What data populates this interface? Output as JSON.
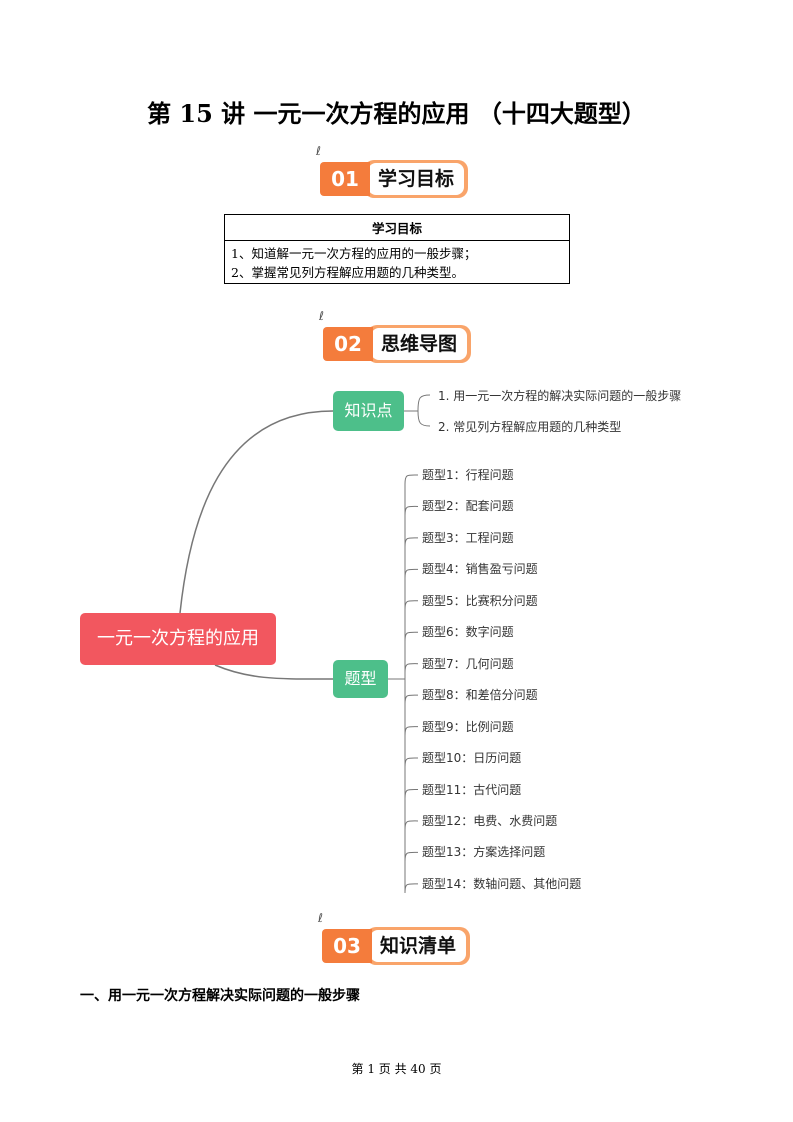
{
  "title": "第 15 讲  一元一次方程的应用 （十四大题型）",
  "sections": [
    {
      "num": "01",
      "label": "学习目标"
    },
    {
      "num": "02",
      "label": "思维导图"
    },
    {
      "num": "03",
      "label": "知识清单"
    }
  ],
  "objectives": {
    "header": "学习目标",
    "lines": [
      "1、知道解一元一次方程的应用的一般步骤；",
      "2、掌握常见列方程解应用题的几种类型。"
    ]
  },
  "mindmap": {
    "root": "一元一次方程的应用",
    "knowledge": {
      "label": "知识点",
      "items": [
        "1. 用一元一次方程的解决实际问题的一般步骤",
        "2. 常见列方程解应用题的几种类型"
      ]
    },
    "types": {
      "label": "题型",
      "items": [
        "题型1：行程问题",
        "题型2：配套问题",
        "题型3：工程问题",
        "题型4：销售盈亏问题",
        "题型5：比赛积分问题",
        "题型6：数字问题",
        "题型7：几何问题",
        "题型8：和差倍分问题",
        "题型9：比例问题",
        "题型10：日历问题",
        "题型11：古代问题",
        "题型12：电费、水费问题",
        "题型13：方案选择问题",
        "题型14：数轴问题、其他问题"
      ]
    }
  },
  "heading1": "一、用一元一次方程解决实际问题的一般步骤",
  "footer": "第 1 页 共 40 页",
  "colors": {
    "orange": "#f47c3c",
    "green": "#4dbf8a",
    "red": "#f2575f"
  }
}
